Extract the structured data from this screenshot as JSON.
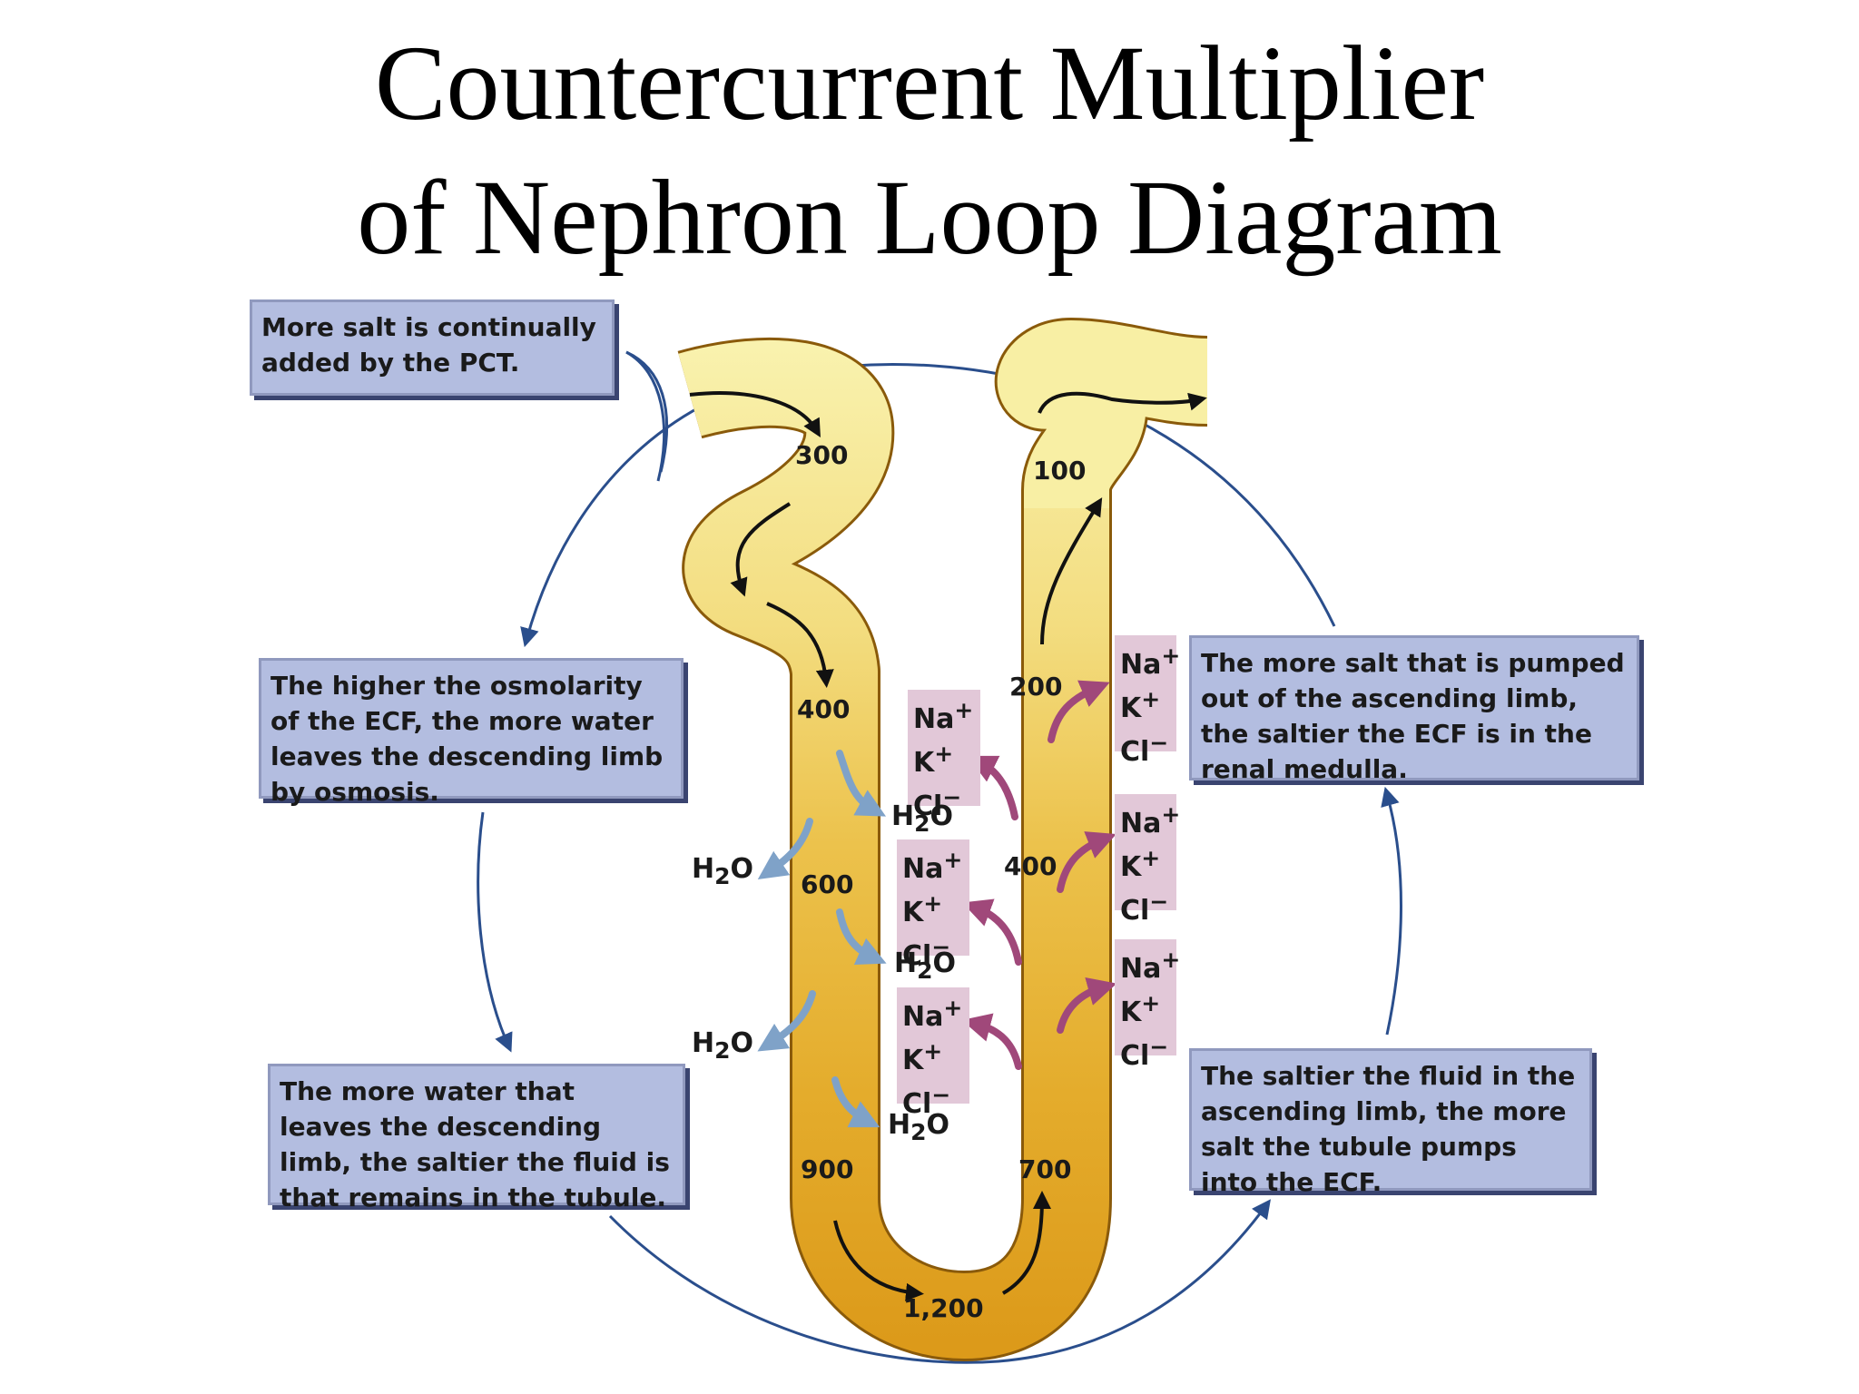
{
  "title": {
    "line1": "Countercurrent Multiplier",
    "line2": "of Nephron Loop Diagram"
  },
  "captions": {
    "pct": "More salt is continually added by the PCT.",
    "osmolarity": "The higher the osmolarity of the ECF, the more water leaves the descending limb by osmosis.",
    "water": "The more water that leaves the descending limb, the saltier the fluid is that remains in the tubule.",
    "pump": "The more salt that is pumped out of the ascending limb, the saltier the ECF is in the renal medulla.",
    "salt": "The saltier the fluid in the ascending limb, the more salt the tubule pumps into the ECF."
  },
  "osmolarity_values": {
    "v300": "300",
    "v100": "100",
    "v400_desc": "400",
    "v200": "200",
    "v600": "600",
    "v400_asc": "400",
    "v900": "900",
    "v700": "700",
    "v1200": "1,200"
  },
  "ions": {
    "na": "Na",
    "k": "K",
    "cl": "Cl",
    "plus": "+",
    "minus": "−"
  },
  "water": {
    "h": "H",
    "sub": "2",
    "o": "O"
  },
  "colors": {
    "caption_bg": "#b3bde0",
    "ion_bg": "#e2c8d8",
    "tubule_light": "#f7ee9e",
    "tubule_dark": "#e1a11f",
    "cycle_arrow": "#2a4e8c",
    "water_arrow": "#7fa2c8",
    "ion_arrow": "#a0487a"
  }
}
